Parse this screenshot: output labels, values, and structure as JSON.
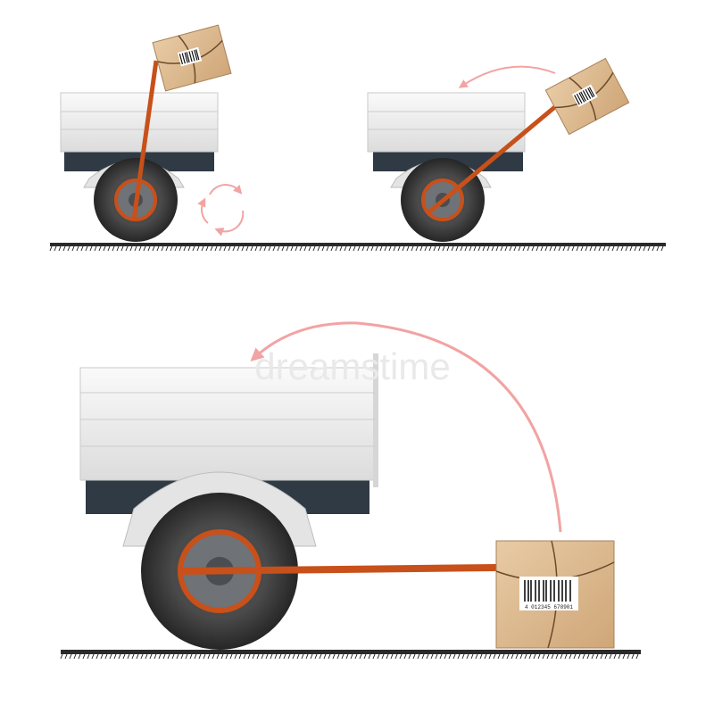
{
  "watermark": {
    "text": "dreamstime"
  },
  "box": {
    "barcode_digits": "4 012345 678901"
  },
  "colors": {
    "background": "#ffffff",
    "strap": "#c8501a",
    "strap_dark": "#8a3412",
    "arrow": "#f2a3a3",
    "tire": "#3a3a3a",
    "tire_dark": "#222222",
    "hub": "#6f7276",
    "body_white": "#eeeeee",
    "body_line": "#c9c9c9",
    "chassis": "#2f3a44",
    "fender": "#e4e4e4",
    "box_face": "#dcb88e",
    "box_top": "#e8cba5",
    "ground": "#2a2a2a"
  },
  "panels": [
    {
      "name": "step-1-wind-up",
      "icon": "rotate-arrows-icon"
    },
    {
      "name": "step-2-lift-over",
      "icon": "curved-arrow-icon"
    },
    {
      "name": "step-3-start",
      "icon": "curved-arrow-icon"
    }
  ]
}
